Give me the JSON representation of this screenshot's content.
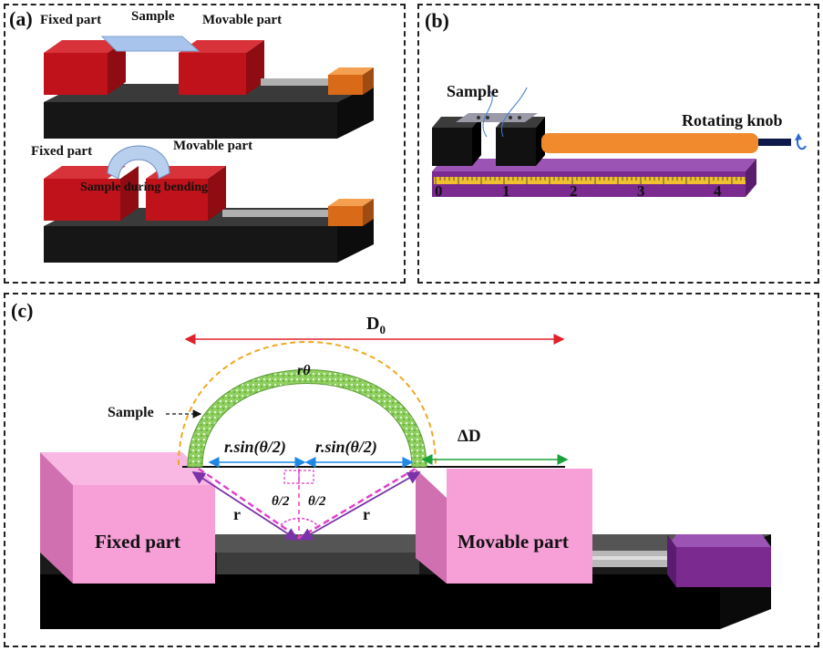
{
  "panel_a": {
    "label": "(a)",
    "top": {
      "fixed": "Fixed part",
      "sample": "Sample",
      "movable": "Movable part"
    },
    "bottom": {
      "fixed": "Fixed part",
      "movable": "Movable part",
      "sample": "Sample during bending"
    }
  },
  "panel_b": {
    "label": "(b)",
    "sample": "Sample",
    "knob": "Rotating knob",
    "ruler_ticks": [
      "0",
      "1",
      "2",
      "3",
      "4"
    ]
  },
  "panel_c": {
    "label": "(c)",
    "d0": "D",
    "d0_sub": "0",
    "r_theta": "rθ",
    "sample": "Sample",
    "r_sin_left": "r.sin(θ/2)",
    "r_sin_right": "r.sin(θ/2)",
    "delta_d": "ΔD",
    "theta_half_left": "θ/2",
    "theta_half_right": "θ/2",
    "r_left": "r",
    "r_right": "r",
    "fixed": "Fixed part",
    "movable": "Movable part"
  },
  "colors": {
    "block_red": "#c0121a",
    "block_pink": "#f7a0d8",
    "purple": "#7b2a90",
    "orange": "#f08a2c",
    "dark": "#1a1a1a",
    "arrow_red": "#e0202a",
    "arrow_blue": "#1e88e5",
    "arrow_green": "#1aa33a",
    "arrow_purple": "#7a32a8",
    "dash_magenta": "#e040c8",
    "dash_orange": "#f0a820",
    "sample_green": "#6cbf3a"
  }
}
